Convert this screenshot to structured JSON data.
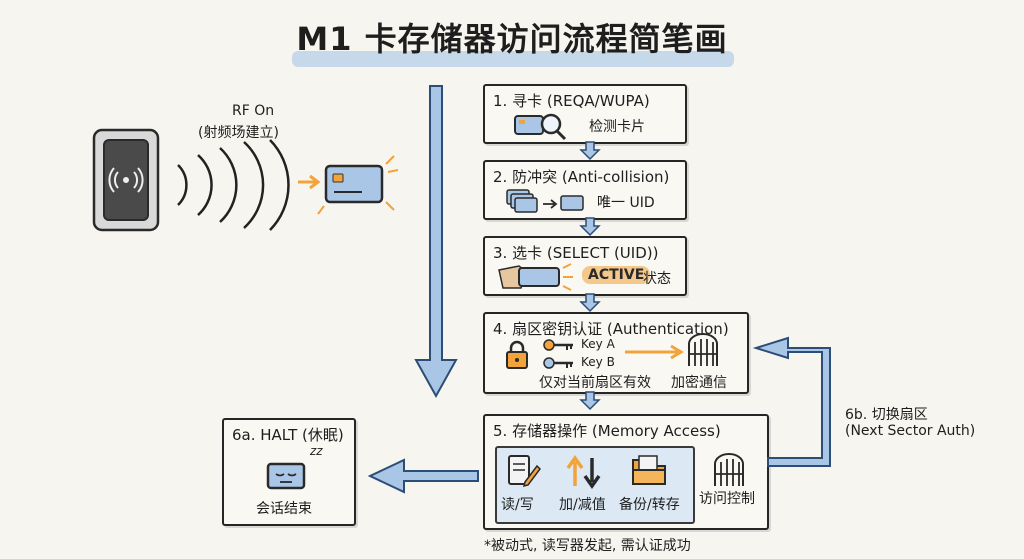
{
  "title": "M1 卡存储器访问流程简笔画",
  "rf": {
    "label_line1": "RF On",
    "label_line2": "(射频场建立)"
  },
  "steps": [
    {
      "title": "1. 寻卡 (REQA/WUPA)",
      "caption": "检测卡片"
    },
    {
      "title": "2. 防冲突 (Anti-collision)",
      "caption": "唯一 UID"
    },
    {
      "title": "3. 选卡 (SELECT (UID))",
      "badge": "ACTIVE",
      "caption": "状态"
    },
    {
      "title": "4. 扇区密钥认证 (Authentication)",
      "key_a": "Key A",
      "key_b": "Key B",
      "scope": "仅对当前扇区有效",
      "caption": "加密通信"
    },
    {
      "title": "5. 存储器操作 (Memory Access)",
      "ops": [
        "读/写",
        "加/减值",
        "备份/转存"
      ],
      "control": "访问控制"
    }
  ],
  "halt": {
    "title": "6a. HALT (休眠)",
    "sleep": "zz",
    "caption": "会话结束"
  },
  "switch": {
    "line1": "6b. 切换扇区",
    "line2": "(Next Sector Auth)"
  },
  "footnote": "*被动式, 读写器发起, 需认证成功",
  "colors": {
    "blue": "#a9c6e6",
    "blue_stroke": "#2c4d75",
    "orange": "#f2a33a",
    "ink": "#262626",
    "title_highlight": "#bcd3ea"
  }
}
